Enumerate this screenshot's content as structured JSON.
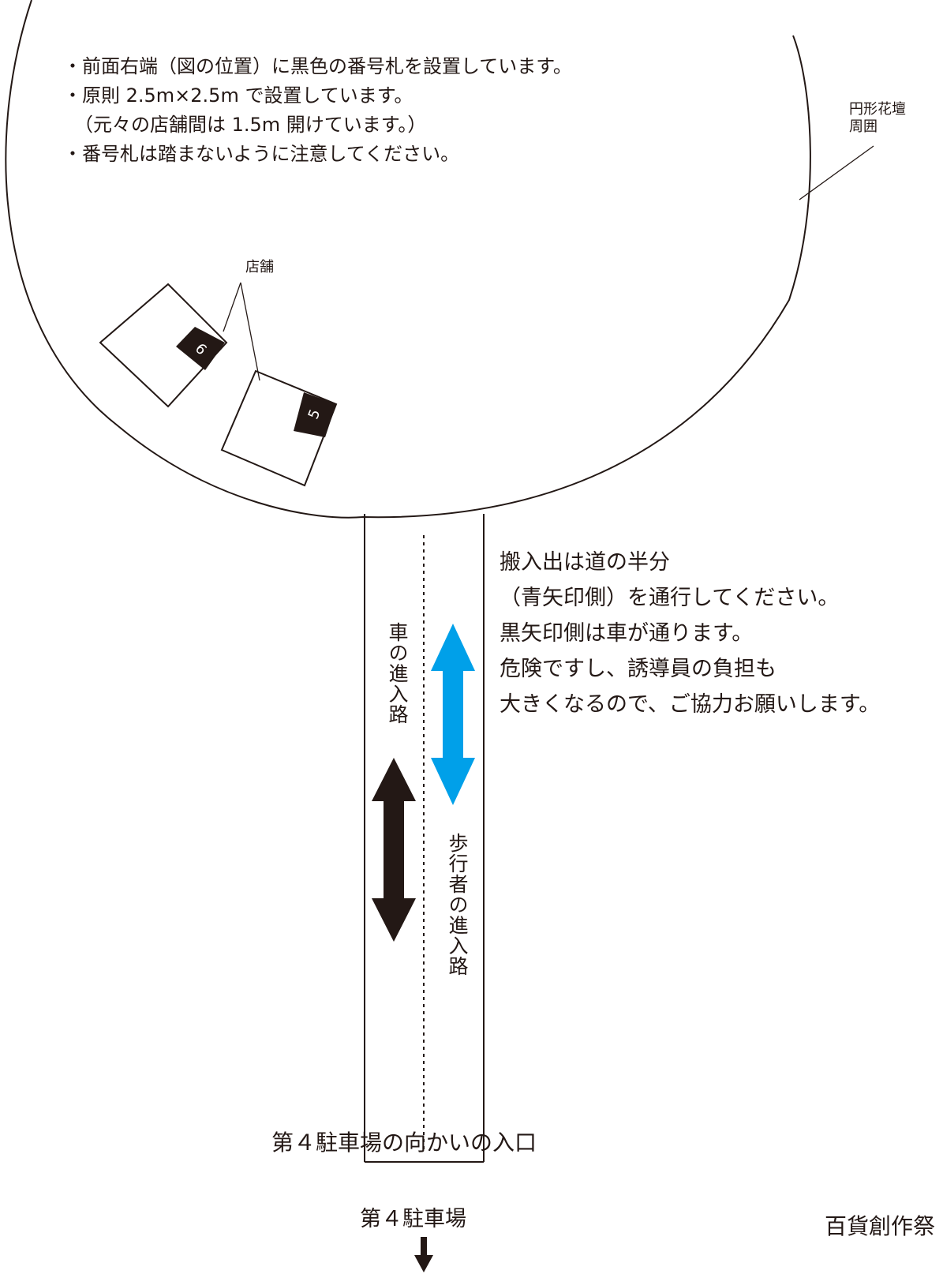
{
  "notes": {
    "line1": "・前面右端（図の位置）に黒色の番号札を設置しています。",
    "line2": "・原則 2.5m×2.5m で設置しています。",
    "line3": "（元々の店舗間は 1.5m 開けています。）",
    "line4": "・番号札は踏まないように注意してください。"
  },
  "flowerbed_label": {
    "line1": "円形花壇",
    "line2": "周囲"
  },
  "stall_label": "店舗",
  "stalls": [
    {
      "number": "6"
    },
    {
      "number": "5"
    }
  ],
  "road": {
    "car_lane_label": "車の進入路",
    "pedestrian_lane_label": "歩行者の進入路",
    "entrance_label": "第４駐車場の向かいの入口"
  },
  "instructions": {
    "line1": "搬入出は道の半分",
    "line2": "（青矢印側）を通行してください。",
    "line3": "黒矢印側は車が通ります。",
    "line4": "危険ですし、誘導員の負担も",
    "line5": "大きくなるので、ご協力お願いします。"
  },
  "parking_label": "第４駐車場",
  "footer_label": "百貨創作祭",
  "colors": {
    "line": "#231815",
    "blue_arrow": "#00a0e9",
    "black_arrow": "#231815"
  }
}
